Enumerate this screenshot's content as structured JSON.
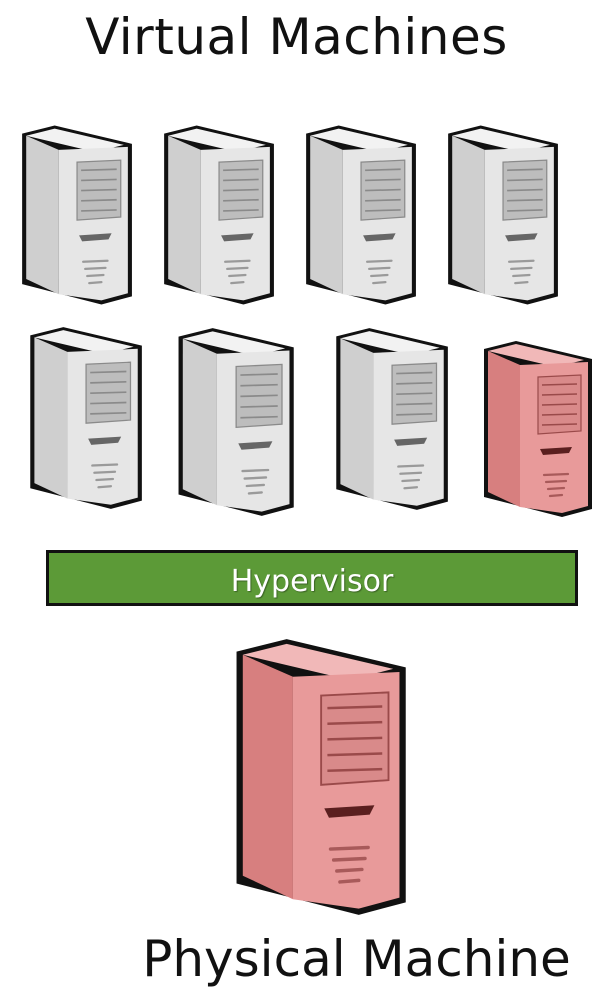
{
  "diagram": {
    "title_top": "Virtual Machines",
    "hypervisor_label": "Hypervisor",
    "title_bottom": "Physical Machine"
  },
  "colors": {
    "vm_front": "#e6e6e6",
    "vm_side": "#cfcfcf",
    "vm_top": "#f2f2f2",
    "vm_drive": "#bdbdbd",
    "vm_slot": "#666666",
    "host_front": "#e89a9a",
    "host_side": "#d77f7f",
    "host_top": "#f1b8b8",
    "host_drive": "#d98a8a",
    "host_slot": "#5a1f1f",
    "hypervisor_fill": "#5c9a37",
    "outline": "#111111"
  },
  "icons": {
    "virtual_machine": "server-tower-icon",
    "physical_machine": "server-tower-icon"
  }
}
